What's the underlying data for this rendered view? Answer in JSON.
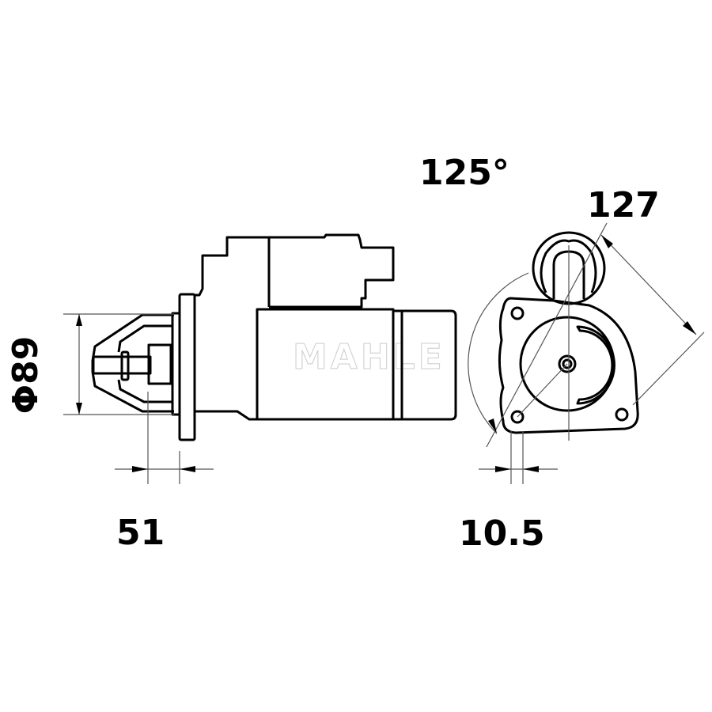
{
  "drawing": {
    "brand_watermark": "MAHLE",
    "dimensions": {
      "diameter": "Φ89",
      "flange_offset": "51",
      "angle": "125°",
      "mount_distance": "127",
      "hole_size": "10.5"
    }
  }
}
